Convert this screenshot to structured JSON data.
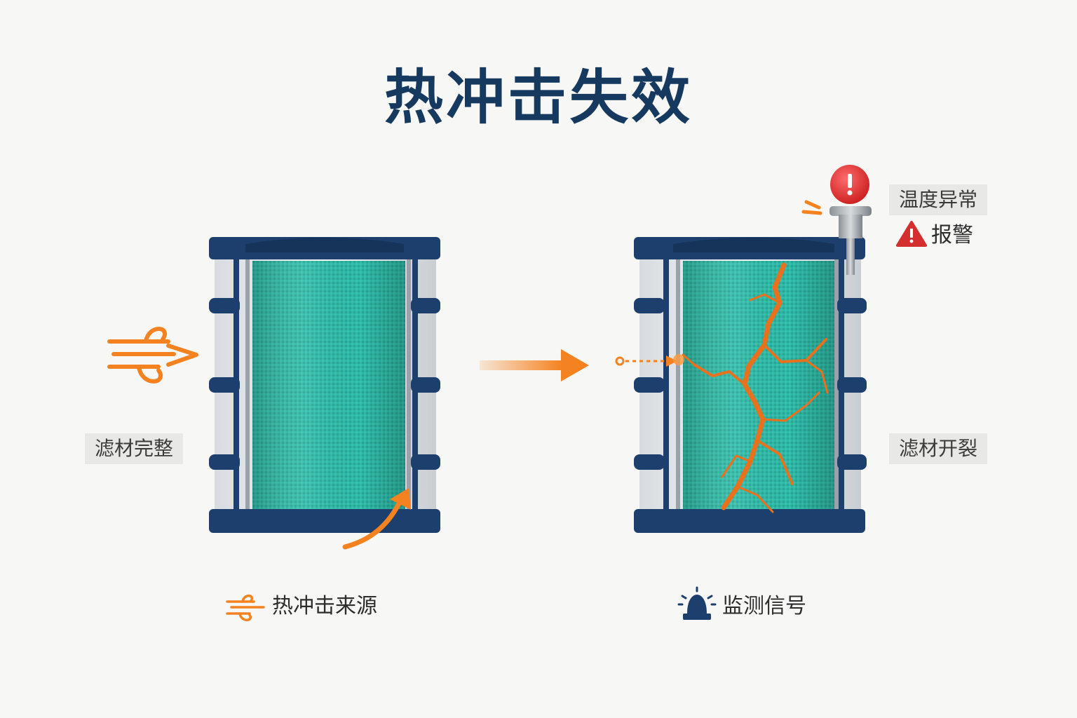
{
  "title": "热冲击失效",
  "labels": {
    "left_status": "滤材完整",
    "right_status": "滤材开裂",
    "temp_alert": "温度异常",
    "alarm": "报警",
    "heat_source": "热冲击来源",
    "monitor_signal": "监测信号"
  },
  "icons": {
    "wind": "wind-icon",
    "warning": "warning-triangle-icon",
    "beacon": "siren-beacon-icon",
    "alarm_light": "alarm-light-icon"
  },
  "colors": {
    "frame": "#1d3f6e",
    "media": "#2db7a4",
    "accent": "#f58220",
    "alert": "#d32f2f",
    "title": "#163a5f"
  }
}
